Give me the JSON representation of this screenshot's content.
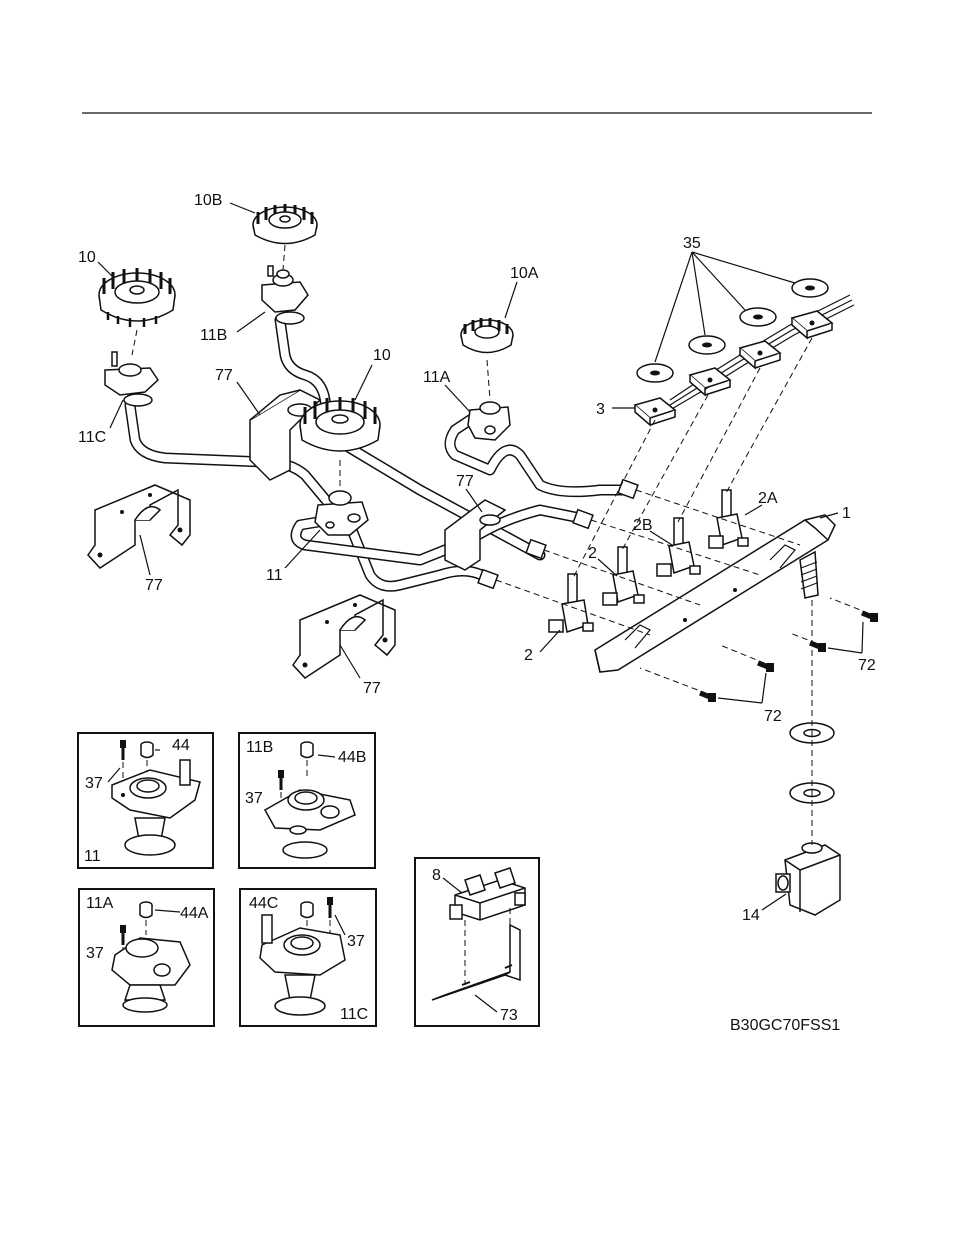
{
  "labels": {
    "l10B": "10B",
    "l10": "10",
    "l10c": "10",
    "l10A": "10A",
    "l35": "35",
    "l11B": "11B",
    "l77a": "77",
    "l11A": "11A",
    "l3": "3",
    "l11C": "11C",
    "l77b": "77",
    "l77c": "77",
    "l77d": "77",
    "l11": "11",
    "l1": "1",
    "l2A": "2A",
    "l2B": "2B",
    "l2a": "2",
    "l2b": "2",
    "l72a": "72",
    "l72b": "72"
  },
  "insets": {
    "i11": {
      "id": "11",
      "cap": "44",
      "screw": "37"
    },
    "i11B": {
      "id": "11B",
      "cap": "44B",
      "screw": "37"
    },
    "i11A": {
      "id": "11A",
      "cap": "44A",
      "screw": "37"
    },
    "i11C": {
      "id": "11C",
      "cap": "44C",
      "screw": "37"
    },
    "i8": {
      "part": "8",
      "bracket": "73"
    }
  },
  "l14": "14",
  "drawing_code": "B30GC70FSS1"
}
